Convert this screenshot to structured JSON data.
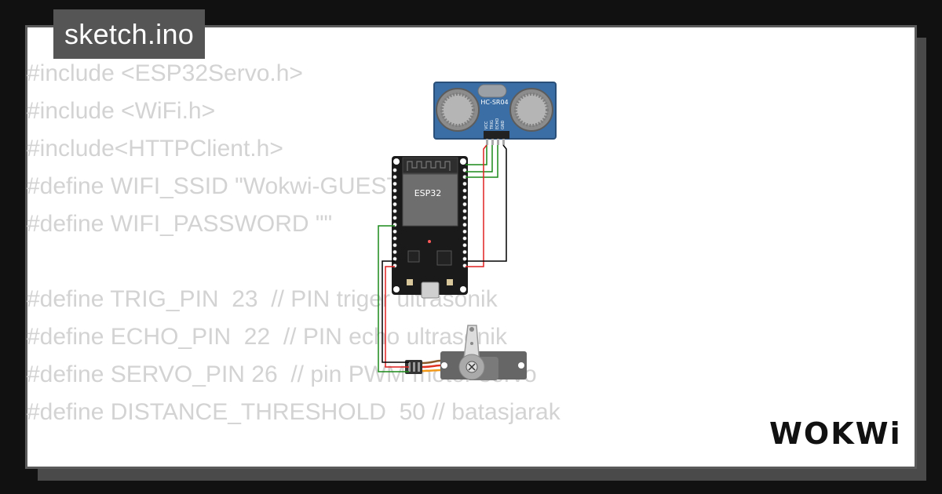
{
  "sketch": {
    "filename": "sketch.ino"
  },
  "code_lines": [
    "#include <ESP32Servo.h>",
    "#include <WiFi.h>",
    "#include<HTTPClient.h>",
    "#define WIFI_SSID \"Wokwi-GUEST\"",
    "#define WIFI_PASSWORD \"\"",
    "",
    "#define TRIG_PIN  23  // PIN triger ultrasonik",
    "#define ECHO_PIN  22  // PIN echo ultrasonik",
    "#define SERVO_PIN 26  // pin PWM motor servo",
    "#define DISTANCE_THRESHOLD  50 // batasjarak"
  ],
  "diagram": {
    "esp32_label": "ESP32",
    "sensor_label": "HC-SR04",
    "sensor_pins": [
      "VCC",
      "TRIG",
      "ECHO",
      "GND"
    ]
  },
  "brand": {
    "logo_text": "WOKWi"
  },
  "colors": {
    "background": "#111111",
    "card": "#ffffff",
    "title_tab": "#555555",
    "code_text": "#d3d3d3",
    "sensor_blue": "#3a6ea5",
    "board_black": "#1a1a1a",
    "wire_red": "#e02020",
    "wire_green": "#1a8a1a",
    "wire_black": "#000000",
    "servo_gray": "#666666"
  }
}
